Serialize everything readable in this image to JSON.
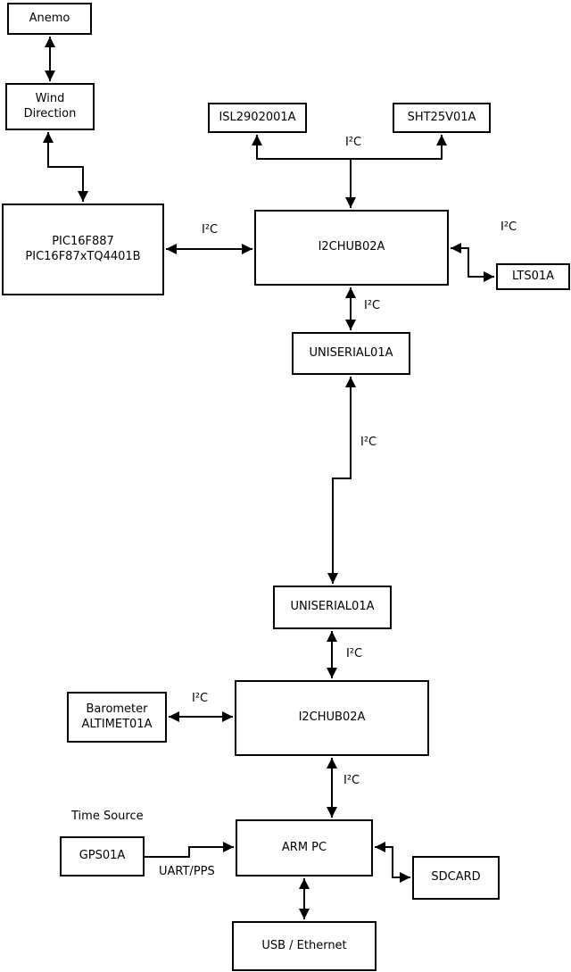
{
  "diagram": {
    "background": "#ffffff",
    "stroke_color": "#000000",
    "text_color": "#000000",
    "nodes": {
      "anemo": {
        "label": "Anemo"
      },
      "wind_direction": {
        "label": "Wind\nDirection"
      },
      "pic": {
        "label": "PIC16F887\nPIC16F87xTQ4401B"
      },
      "isl": {
        "label": "ISL2902001A"
      },
      "sht": {
        "label": "SHT25V01A"
      },
      "i2chub_top": {
        "label": "I2CHUB02A"
      },
      "lts": {
        "label": "LTS01A"
      },
      "uniserial_upper": {
        "label": "UNISERIAL01A"
      },
      "uniserial_lower": {
        "label": "UNISERIAL01A"
      },
      "barometer": {
        "label": "Barometer\nALTIMET01A"
      },
      "i2chub_bottom": {
        "label": "I2CHUB02A"
      },
      "gps": {
        "label": "GPS01A"
      },
      "arm_pc": {
        "label": "ARM PC"
      },
      "sdcard": {
        "label": "SDCARD"
      },
      "usb_ethernet": {
        "label": "USB / Ethernet"
      }
    },
    "labels": {
      "i2c": "I²C",
      "uart_pps": "UART/PPS",
      "time_source": "Time Source"
    },
    "edges": [
      {
        "from": "anemo",
        "to": "wind_direction",
        "bidirectional": true,
        "label": ""
      },
      {
        "from": "wind_direction",
        "to": "pic",
        "bidirectional": true,
        "label": ""
      },
      {
        "from": "pic",
        "to": "i2chub_top",
        "bidirectional": true,
        "label": "I²C"
      },
      {
        "from": "i2chub_top",
        "to": "isl",
        "bidirectional": false,
        "label": "I²C"
      },
      {
        "from": "i2chub_top",
        "to": "sht",
        "bidirectional": false,
        "label": "I²C"
      },
      {
        "from": "i2chub_top",
        "to": "lts",
        "bidirectional": true,
        "label": "I²C"
      },
      {
        "from": "i2chub_top",
        "to": "uniserial_upper",
        "bidirectional": true,
        "label": "I²C"
      },
      {
        "from": "uniserial_upper",
        "to": "uniserial_lower",
        "bidirectional": true,
        "label": "I²C"
      },
      {
        "from": "uniserial_lower",
        "to": "i2chub_bottom",
        "bidirectional": true,
        "label": "I²C"
      },
      {
        "from": "barometer",
        "to": "i2chub_bottom",
        "bidirectional": true,
        "label": "I²C"
      },
      {
        "from": "i2chub_bottom",
        "to": "arm_pc",
        "bidirectional": true,
        "label": "I²C"
      },
      {
        "from": "gps",
        "to": "arm_pc",
        "bidirectional": false,
        "label": "UART/PPS"
      },
      {
        "from": "arm_pc",
        "to": "sdcard",
        "bidirectional": true,
        "label": ""
      },
      {
        "from": "arm_pc",
        "to": "usb_ethernet",
        "bidirectional": true,
        "label": ""
      }
    ]
  }
}
